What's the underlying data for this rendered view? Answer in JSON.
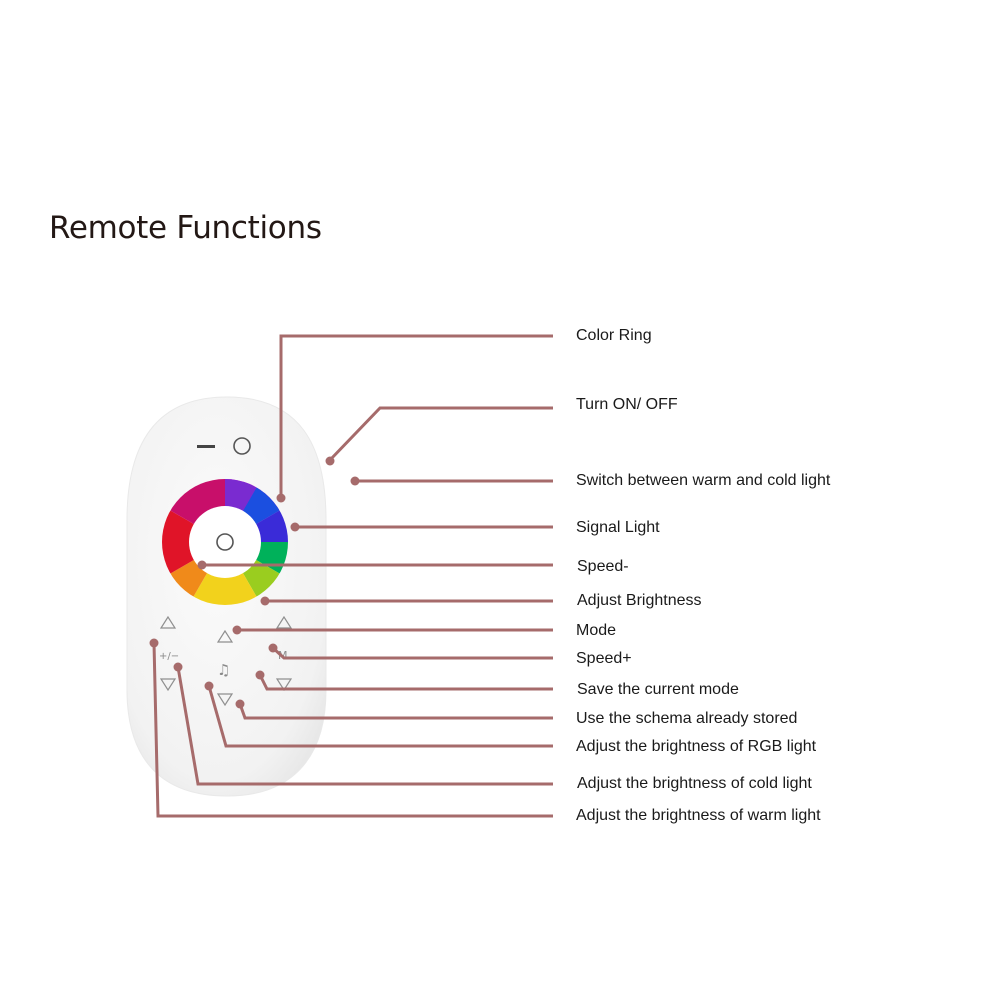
{
  "page": {
    "title": "Remote Functions"
  },
  "colors": {
    "leader_line": "#a66b6b",
    "remote_body": "#f3f3f3",
    "text": "#1a1a1a",
    "title": "#231815"
  },
  "remote": {
    "buttons": {
      "minus_symbol": "—",
      "plus_minus_label": "+/−",
      "music_label": "♫",
      "m_label": "M"
    }
  },
  "callouts": [
    {
      "id": "color-ring",
      "label": "Color  Ring"
    },
    {
      "id": "turn-on-off",
      "label": "Turn ON/ OFF"
    },
    {
      "id": "switch-warm-cold",
      "label": "Switch between warm and cold light"
    },
    {
      "id": "signal-light",
      "label": "Signal Light"
    },
    {
      "id": "speed-minus",
      "label": "Speed-"
    },
    {
      "id": "adjust-brightness",
      "label": "Adjust Brightness"
    },
    {
      "id": "mode",
      "label": "Mode"
    },
    {
      "id": "speed-plus",
      "label": "Speed+"
    },
    {
      "id": "save-current-mode",
      "label": "Save the current mode"
    },
    {
      "id": "use-stored-schema",
      "label": "Use the schema already stored"
    },
    {
      "id": "brightness-rgb",
      "label": "Adjust the brightness of RGB light"
    },
    {
      "id": "brightness-cold",
      "label": "Adjust the brightness of cold light"
    },
    {
      "id": "brightness-warm",
      "label": "Adjust the brightness of warm light"
    }
  ]
}
